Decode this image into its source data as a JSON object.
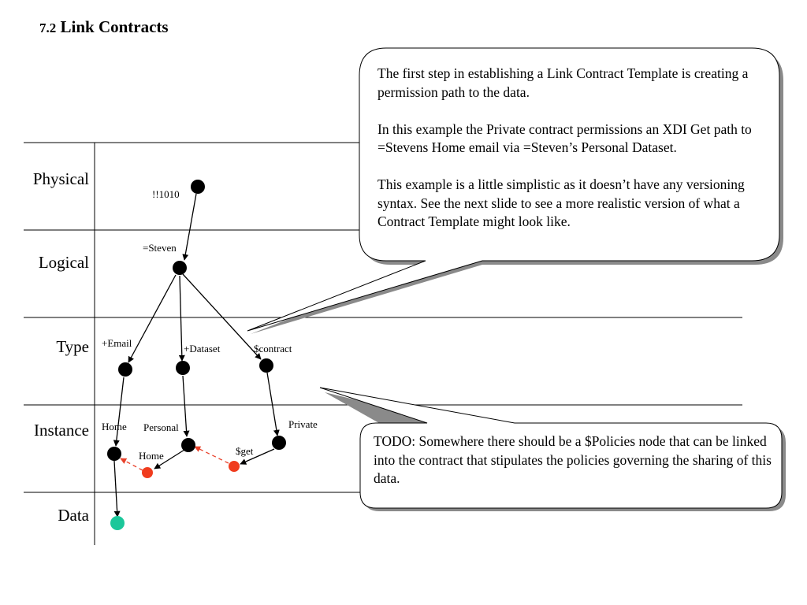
{
  "slide": {
    "title_number": "7.2",
    "title_text": "Link Contracts"
  },
  "layers": [
    "Physical",
    "Logical",
    "Type",
    "Instance",
    "Data"
  ],
  "node_labels": {
    "n1010": "!!1010",
    "steven": "=Steven",
    "email": "+Email",
    "dataset": "+Dataset",
    "contract": "$contract",
    "home": "Home",
    "personal": "Personal",
    "home_link": "Home",
    "get": "$get",
    "private": "Private"
  },
  "colors": {
    "node": "#000000",
    "link_node": "#f03c1e",
    "data_node": "#1bc79a",
    "link_arrow": "#e8412a"
  },
  "callouts": [
    {
      "id": "link-contract-explanation",
      "paragraphs": [
        "The first step in establishing a Link Contract Template is creating a permission path to the data.",
        "In this example the Private contract permissions an XDI Get path to =Stevens Home email via =Steven’s Personal Dataset.",
        "This example is a little simplistic as it doesn’t have any versioning syntax. See the next slide to see a more realistic version of what a Contract Template might look like."
      ]
    },
    {
      "id": "todo-note",
      "paragraphs": [
        "TODO: Somewhere there should be a $Policies node that can be linked into the contract that stipulates the policies governing the sharing of this data."
      ]
    }
  ]
}
